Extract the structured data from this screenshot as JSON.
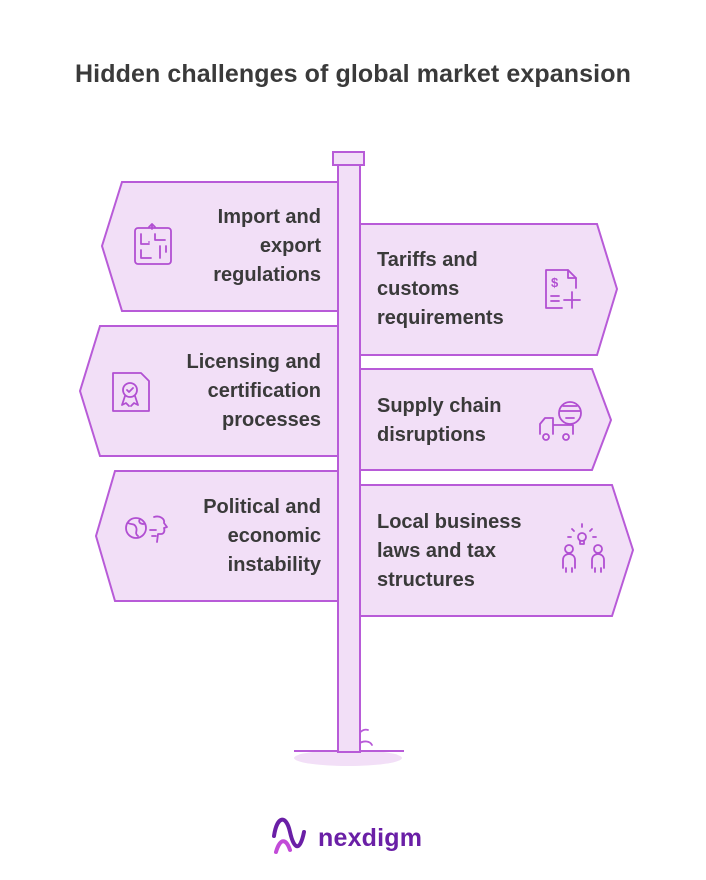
{
  "title": "Hidden challenges of global market expansion",
  "colors": {
    "sign_fill": "#f2dff7",
    "sign_stroke": "#b85bd8",
    "icon_stroke": "#b14fd2",
    "text": "#3a3a3a",
    "logo": "#6a1fa6"
  },
  "signs": [
    {
      "id": "import-export",
      "side": "left",
      "lines": [
        "Import and",
        "export",
        "regulations"
      ],
      "icon": "maze-icon"
    },
    {
      "id": "tariffs",
      "side": "right",
      "lines": [
        "Tariffs and",
        "customs",
        "requirements"
      ],
      "icon": "invoice-plus-icon"
    },
    {
      "id": "licensing",
      "side": "left",
      "lines": [
        "Licensing and",
        "certification",
        "processes"
      ],
      "icon": "certificate-icon"
    },
    {
      "id": "supply-chain",
      "side": "right",
      "lines": [
        "Supply chain",
        "disruptions"
      ],
      "icon": "delivery-truck-icon"
    },
    {
      "id": "political",
      "side": "left",
      "lines": [
        "Political and",
        "economic",
        "instability"
      ],
      "icon": "globe-profile-icon"
    },
    {
      "id": "local-laws",
      "side": "right",
      "lines": [
        "Local business",
        "laws and tax",
        "structures"
      ],
      "icon": "people-idea-icon"
    }
  ],
  "logo": {
    "text": "nexdigm"
  }
}
